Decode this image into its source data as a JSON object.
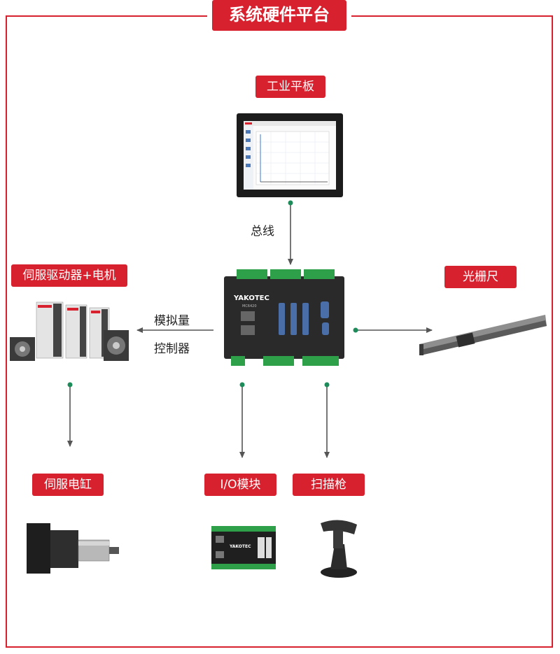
{
  "title": "系统硬件平台",
  "nodes": {
    "tablet": "工业平板",
    "servo_drive": "伺服驱动器+电机",
    "grating": "光栅尺",
    "servo_cylinder": "伺服电缸",
    "io_module": "I/O模块",
    "scanner": "扫描枪"
  },
  "edges": {
    "bus": "总线",
    "analog_line1": "模拟量",
    "analog_line2": "控制器"
  },
  "controller": {
    "brand": "YAKOTEC",
    "model": "MC6420"
  },
  "io_brand": "YAKOTEC",
  "colors": {
    "accent": "#d8212e",
    "dot": "#1e8c5a",
    "arrow": "#555555"
  }
}
